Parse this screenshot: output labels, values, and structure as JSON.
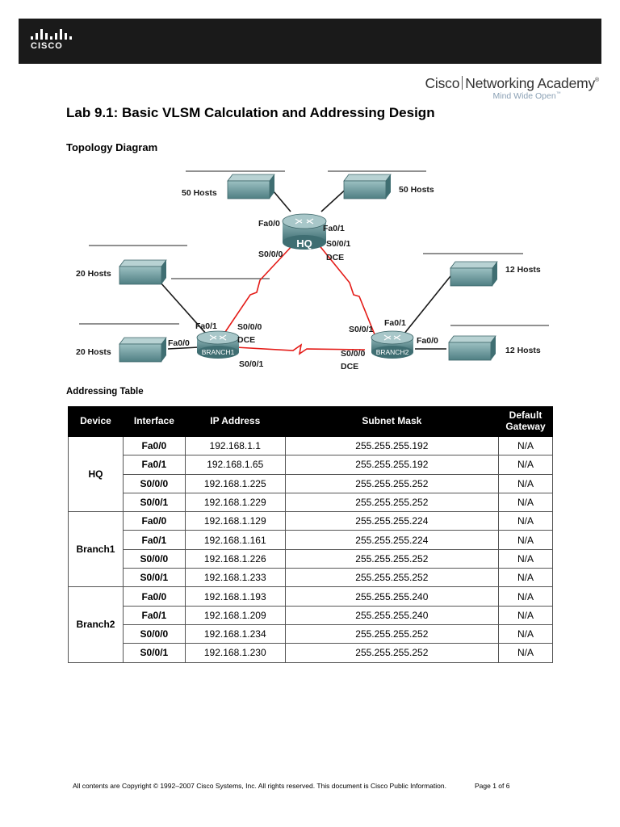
{
  "header": {
    "logo_text": "CISCO",
    "academy_name_1": "Cisco",
    "academy_name_2": "Networking Academy",
    "academy_mark": "®",
    "academy_tagline": "Mind Wide Open",
    "tagline_mark": "™"
  },
  "lab_title": "Lab 9.1: Basic VLSM Calculation and Addressing Design",
  "topology_title": "Topology Diagram",
  "topology": {
    "hosts": {
      "hq_left": "50 Hosts",
      "hq_right": "50 Hosts",
      "b1_top": "20 Hosts",
      "b1_bottom": "20 Hosts",
      "b2_top": "12 Hosts",
      "b2_bottom": "12 Hosts"
    },
    "routers": {
      "hq": "HQ",
      "branch1": "BRANCH1",
      "branch2": "BRANCH2"
    },
    "interfaces": {
      "hq_fa00": "Fa0/0",
      "hq_fa01": "Fa0/1",
      "hq_s000": "S0/0/0",
      "hq_s001": "S0/0/1",
      "hq_dce": "DCE",
      "b1_fa01": "Fa0/1",
      "b1_fa00": "Fa0/0",
      "b1_s000": "S0/0/0",
      "b1_dce": "DCE",
      "b1_s001": "S0/0/1",
      "b2_s001": "S0/0/1",
      "b2_fa01": "Fa0/1",
      "b2_fa00": "Fa0/0",
      "b2_s000": "S0/0/0",
      "b2_dce": "DCE"
    },
    "colors": {
      "serial_link": "#e41b17",
      "ethernet_link": "#1a1a1a",
      "device": "#5f8f92"
    }
  },
  "addressing_title": "Addressing Table",
  "table": {
    "headers": [
      "Device",
      "Interface",
      "IP Address",
      "Subnet Mask",
      "Default Gateway"
    ],
    "groups": [
      {
        "device": "HQ",
        "rows": [
          [
            "Fa0/0",
            "192.168.1.1",
            "255.255.255.192",
            "N/A"
          ],
          [
            "Fa0/1",
            "192.168.1.65",
            "255.255.255.192",
            "N/A"
          ],
          [
            "S0/0/0",
            "192.168.1.225",
            "255.255.255.252",
            "N/A"
          ],
          [
            "S0/0/1",
            "192.168.1.229",
            "255.255.255.252",
            "N/A"
          ]
        ]
      },
      {
        "device": "Branch1",
        "rows": [
          [
            "Fa0/0",
            "192.168.1.129",
            "255.255.255.224",
            "N/A"
          ],
          [
            "Fa0/1",
            "192.168.1.161",
            "255.255.255.224",
            "N/A"
          ],
          [
            "S0/0/0",
            "192.168.1.226",
            "255.255.255.252",
            "N/A"
          ],
          [
            "S0/0/1",
            "192.168.1.233",
            "255.255.255.252",
            "N/A"
          ]
        ]
      },
      {
        "device": "Branch2",
        "rows": [
          [
            "Fa0/0",
            "192.168.1.193",
            "255.255.255.240",
            "N/A"
          ],
          [
            "Fa0/1",
            "192.168.1.209",
            "255.255.255.240",
            "N/A"
          ],
          [
            "S0/0/0",
            "192.168.1.234",
            "255.255.255.252",
            "N/A"
          ],
          [
            "S0/0/1",
            "192.168.1.230",
            "255.255.255.252",
            "N/A"
          ]
        ]
      }
    ]
  },
  "footer": {
    "copyright": "All contents are Copyright © 1992–2007 Cisco Systems, Inc. All rights reserved. This document is Cisco Public Information.",
    "page": "Page 1 of 6"
  }
}
